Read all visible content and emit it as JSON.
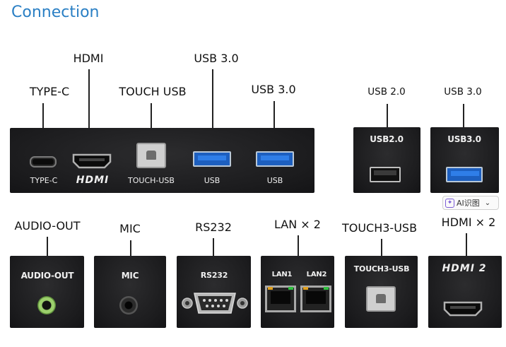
{
  "header": {
    "title": "Connection"
  },
  "top_labels": {
    "type_c": "TYPE-C",
    "hdmi": "HDMI",
    "touch_usb": "TOUCH  USB",
    "usb30_a": "USB 3.0",
    "usb30_b": "USB 3.0",
    "usb20_side": "USB 2.0",
    "usb30_side": "USB 3.0"
  },
  "top_panel_labels": {
    "type_c": "TYPE-C",
    "hdmi": "HDMI",
    "touch_usb": "TOUCH-USB",
    "usb_a": "USB",
    "usb_b": "USB",
    "usb20": "USB2.0",
    "usb30": "USB3.0"
  },
  "bottom_labels": {
    "audio_out": "AUDIO-OUT",
    "mic": "MIC",
    "rs232": "RS232",
    "lan": "LAN × 2",
    "touch3_usb": "TOUCH3-USB",
    "hdmi2": "HDMI × 2"
  },
  "bottom_panel_labels": {
    "audio_out": "AUDIO-OUT",
    "mic": "MIC",
    "rs232": "RS232",
    "lan1": "LAN1",
    "lan2": "LAN2",
    "touch3_usb": "TOUCH3-USB",
    "hdmi2": "HDMI 2"
  },
  "ai_button": {
    "label": "AI识图",
    "icon": "sparkle-icon",
    "chevron": "chevron-down-icon"
  },
  "colors": {
    "title": "#2a7fc4",
    "panel": "#1c1c1e",
    "usb3_blue": "#1d5fbf",
    "audio_green": "#9ccf6c"
  }
}
